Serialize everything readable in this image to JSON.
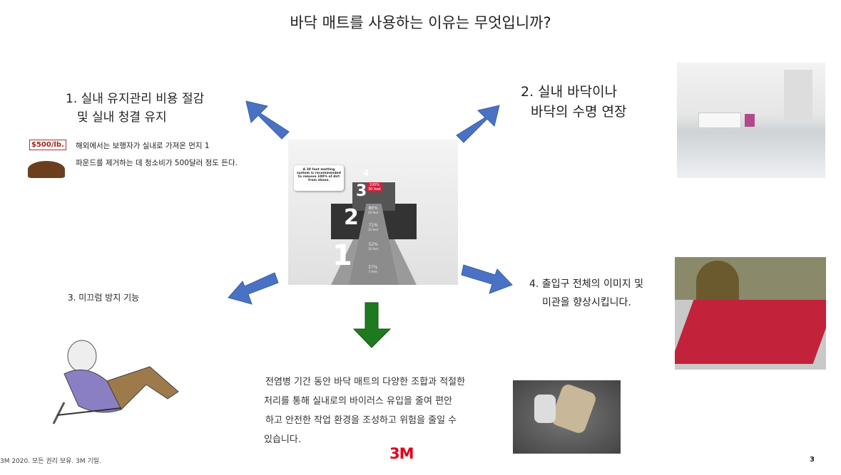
{
  "title": "바닥 매트를 사용하는 이유는 무엇입니까?",
  "point1": {
    "line1": "1. 실내 유지관리 비용 절감",
    "line2": "및 실내 청결 유지",
    "detail_line1": "해외에서는 보행자가 실내로 가져온 먼지 1",
    "detail_line2": "파운드를 제거하는 데 청소비가 500달러 정도 든다.",
    "badge": "$500/lb."
  },
  "point2": {
    "line1": "2. 실내 바닥이나",
    "line2": "바닥의 수명 연장"
  },
  "point3": {
    "label": "3. 미끄럼 방지 기능"
  },
  "point4": {
    "line1": "4. 출입구 전체의 이미지 및",
    "line2": "미관을 향상시킵니다."
  },
  "center": {
    "callout": "A 30 foot matting system is recommended to remove 100% of dirt from shoes.",
    "steps": [
      {
        "num": "4"
      },
      {
        "num": "3",
        "pct": "100%",
        "dist": "30 feet"
      },
      {
        "num": "2",
        "pct": "86%",
        "dist": "20 feet"
      },
      {
        "pct": "71%",
        "dist": "15 feet"
      },
      {
        "num": "1",
        "pct": "52%",
        "dist": "10 feet"
      },
      {
        "pct": "37%",
        "dist": "5 feet"
      }
    ]
  },
  "bottom": {
    "lines": [
      "전염병 기간 동안 바닥 매트의 다양한 조합과 적절한",
      "처리를 통해 실내로의 바이러스 유입을 줄여 편안",
      "하고 안전한 작업 환경을 조성하고 위험을 줄일 수",
      "있습니다."
    ]
  },
  "footer": {
    "copyright": "3M 2020. 모든 권리 보유. 3M 기밀.",
    "logo": "3M",
    "page": "3"
  },
  "colors": {
    "arrow_blue": "#4a72c4",
    "arrow_green": "#1f7a1f",
    "logo_red": "#e2001a"
  }
}
